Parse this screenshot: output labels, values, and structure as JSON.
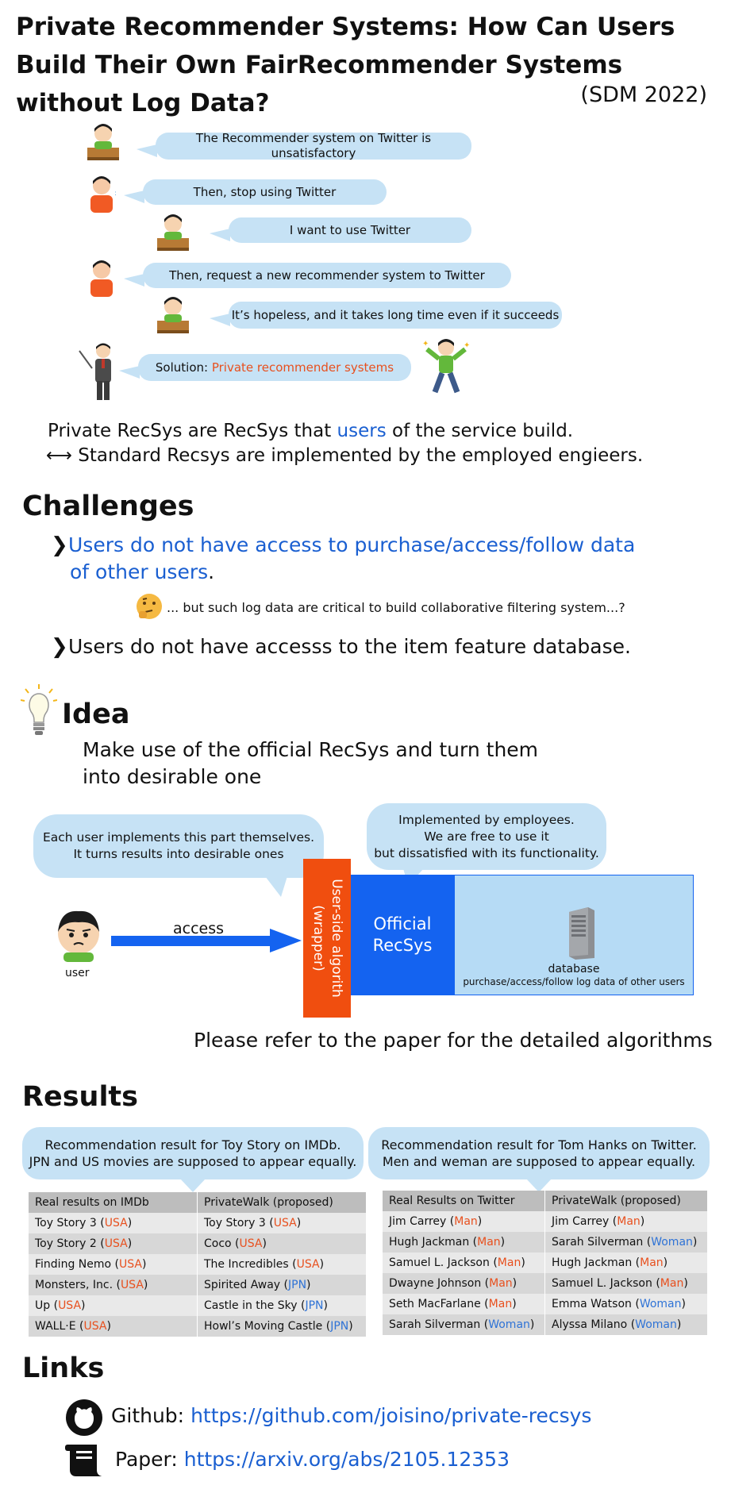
{
  "header": {
    "title": "Private Recommender Systems: How Can Users Build Their Own FairRecommender Systems without Log Data?",
    "venue": "(SDM 2022)"
  },
  "dialog": [
    {
      "text": "The Recommender system on Twitter is unsatisfactory"
    },
    {
      "text": "Then, stop using Twitter"
    },
    {
      "text": "I want to use Twitter"
    },
    {
      "text": "Then, request a new recommender system to Twitter"
    },
    {
      "text": "It’s hopeless, and it takes long time even if it succeeds"
    }
  ],
  "solution": {
    "label": "Solution: ",
    "highlight": "Private recommender systems"
  },
  "definition": {
    "line1_a": "Private RecSys are RecSys that ",
    "line1_b": "users",
    "line1_c": " of the service build.",
    "arrow": "⟷",
    "line2": "Standard Recsys are implemented by the employed engieers."
  },
  "challenges": {
    "heading": "Challenges",
    "item1_a": "Users do not have access to purchase/access/follow data",
    "item1_b": "of other users",
    "item1_c": ".",
    "note": "... but such log data are critical to build collaborative filtering system...?",
    "item2": "Users do not have accesss to the item feature database."
  },
  "idea": {
    "heading": "Idea",
    "line1": "Make use of the official RecSys and turn them",
    "line2": "into desirable one"
  },
  "diagram": {
    "left_bubble_1": "Each user implements this part themselves.",
    "left_bubble_2": "It turns results into desirable ones",
    "right_bubble_1": "Implemented by employees.",
    "right_bubble_2": "We are free to use it",
    "right_bubble_3": "but dissatisfied with its functionality.",
    "user_label": "user",
    "access_label": "access",
    "wrapper_1": "User-side algorith",
    "wrapper_2": "(wrapper)",
    "official_1": "Official",
    "official_2": "RecSys",
    "database_label": "database",
    "database_desc": "purchase/access/follow log data of other users",
    "refer": "Please refer to the paper for the detailed algorithms"
  },
  "results": {
    "heading": "Results",
    "left_bubble_1": "Recommendation result for Toy Story on IMDb.",
    "left_bubble_2": "JPN and US movies are supposed to appear equally.",
    "right_bubble_1": "Recommendation result for Tom Hanks on Twitter.",
    "right_bubble_2": "Men and weman are supposed to appear equally.",
    "left_table": {
      "headers": [
        "Real results on IMDb",
        "PrivateWalk (proposed)"
      ],
      "rows": [
        [
          {
            "t": "Toy Story 3",
            "g": "USA"
          },
          {
            "t": "Toy Story 3",
            "g": "USA"
          }
        ],
        [
          {
            "t": "Toy Story 2",
            "g": "USA"
          },
          {
            "t": "Coco",
            "g": "USA"
          }
        ],
        [
          {
            "t": "Finding Nemo",
            "g": "USA"
          },
          {
            "t": "The Incredibles",
            "g": "USA"
          }
        ],
        [
          {
            "t": "Monsters, Inc.",
            "g": "USA"
          },
          {
            "t": "Spirited Away",
            "g": "JPN"
          }
        ],
        [
          {
            "t": "Up",
            "g": "USA"
          },
          {
            "t": "Castle in the Sky",
            "g": "JPN"
          }
        ],
        [
          {
            "t": "WALL·E",
            "g": "USA"
          },
          {
            "t": "Howl’s Moving Castle",
            "g": "JPN"
          }
        ]
      ]
    },
    "right_table": {
      "headers": [
        "Real Results on Twitter",
        "PrivateWalk (proposed)"
      ],
      "rows": [
        [
          {
            "t": "Jim Carrey",
            "g": "Man"
          },
          {
            "t": "Jim Carrey",
            "g": "Man"
          }
        ],
        [
          {
            "t": "Hugh Jackman",
            "g": "Man"
          },
          {
            "t": "Sarah Silverman",
            "g": "Woman"
          }
        ],
        [
          {
            "t": "Samuel L. Jackson",
            "g": "Man"
          },
          {
            "t": "Hugh Jackman",
            "g": "Man"
          }
        ],
        [
          {
            "t": "Dwayne Johnson",
            "g": "Man"
          },
          {
            "t": "Samuel L. Jackson",
            "g": "Man"
          }
        ],
        [
          {
            "t": "Seth MacFarlane",
            "g": "Man"
          },
          {
            "t": "Emma Watson",
            "g": "Woman"
          }
        ],
        [
          {
            "t": "Sarah Silverman",
            "g": "Woman"
          },
          {
            "t": "Alyssa Milano",
            "g": "Woman"
          }
        ]
      ]
    }
  },
  "links": {
    "heading": "Links",
    "github_label": "Github: ",
    "github_url": "https://github.com/joisino/private-recsys",
    "paper_label": "Paper: ",
    "paper_url": "https://arxiv.org/abs/2105.12353"
  },
  "colors": {
    "orange": "#e8501e",
    "blue": "#1a5fd1",
    "bubble": "#c6e2f5",
    "recsys_blue": "#1463f0",
    "db_blue": "#b6dbf5"
  },
  "icons": [
    "student-icon",
    "teacher-icon",
    "sneezing-person-icon",
    "happy-person-icon",
    "thinking-face-icon",
    "lightbulb-icon",
    "user-face-icon",
    "server-icon",
    "github-icon",
    "scroll-icon"
  ]
}
